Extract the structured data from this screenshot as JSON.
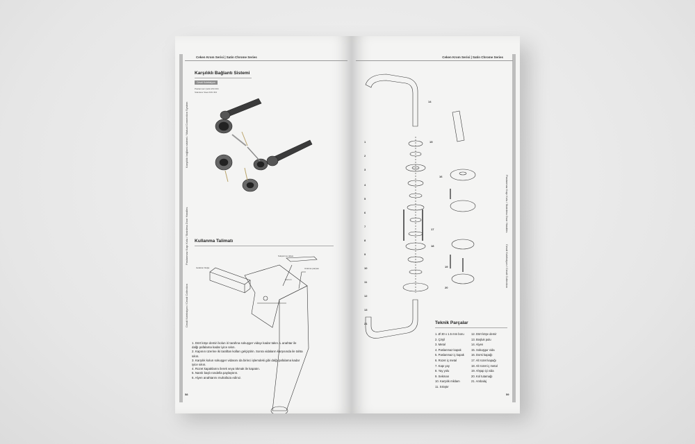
{
  "left_page": {
    "header": "Ceken Krom Serisi | Satin Chrome Series",
    "side_labels": [
      "Karşılıklı bağlantı sistemi / Mutual Connection System",
      "Paslanmaz Kapı Kolu / Stainless Door Handles",
      "Cevdi Koleksiyon / Cevdi Collection"
    ],
    "section_title": "Karşılıklı Bağlantı Sistemi",
    "tag": "Cevdi Koleksiyon",
    "small_lines": [
      "Paslanmaz Çelik AISI 304",
      "Stainless Steel AISI 304"
    ],
    "install_title": "Kullanma Talimatı",
    "callouts": [
      "Isolation bloğu",
      "Sıkıştırma vidası",
      "Somun",
      "Uzatma parçası"
    ],
    "instructions": [
      "1. Dört köşe demiri kolun iri tarafına sokuşger vidayı kadar takın. L anahtar ile dalğı pafalama kadar iyice sıkın.",
      "2. Kapının üzerine iki taraftan kolları gelçiştirin. Sonra vidaların karşısında ile tahta sıkın.",
      "3. Karşılık kolun sokuşger vidasını da birinci işlemdeki gibi dalğı pafalama kadar iyice sıkın.",
      "4. Rozet kapaklarını ilerek veya tıkmak ile kapatın.",
      "5. Namlı başlı rondella paylaştırın.",
      "6. Alyen anahtarını muhafaza edinız."
    ],
    "page_number": "58"
  },
  "right_page": {
    "header": "Ceken Krom Serisi | Satin Chrome Series",
    "side_labels": [
      "Paslanmaz Kapı Kolu / Stainless Door Handles",
      "Cevdi Koleksiyon / Cevdi Collection"
    ],
    "parts_title": "Teknik Parçalar",
    "parts_col1": [
      "1. Ø 30 x 1.5 mm boru",
      "2. Çirşil",
      "3. Metal",
      "4. Paslanmaz kapak",
      "5. Paslanmaz iç kapak",
      "6. Rozet iç metal",
      "7. Kapı yay",
      "8. Yay yolu",
      "9. Sekman",
      "10. Karşılık mildam",
      "11. Sıkıştır"
    ],
    "parts_col2": [
      "12. Dört köşe demir",
      "13. Boşluk pulu",
      "14. Alyen",
      "15. Sokuşgur vida",
      "16. Dorsi kapağı",
      "17. Alt rozet kapağı",
      "18. Alt rozet iç metal",
      "19. Ahşap içi vida",
      "20. Kol tutamağı",
      "21. Ambalaj"
    ],
    "part_numbers": [
      "1",
      "2",
      "3",
      "4",
      "5",
      "6",
      "7",
      "8",
      "9",
      "10",
      "11",
      "12",
      "13",
      "14",
      "15",
      "16",
      "17",
      "18",
      "19",
      "20",
      "21"
    ],
    "page_number": "59"
  }
}
